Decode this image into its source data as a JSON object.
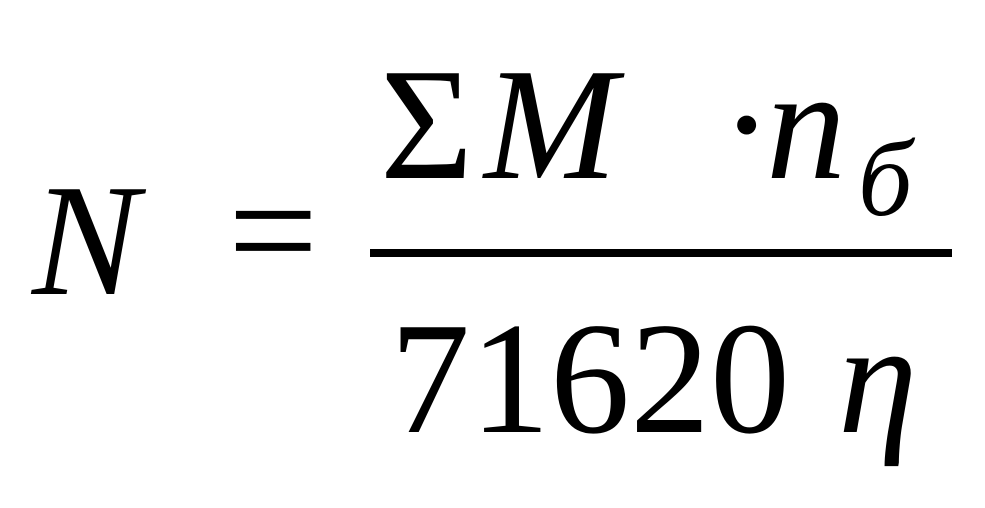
{
  "formula": {
    "lhs": {
      "variable": "N"
    },
    "operator": "=",
    "numerator": {
      "sum_symbol": "Σ",
      "moment": "M",
      "multiply": "·",
      "speed": "n",
      "speed_subscript": "б"
    },
    "denominator": {
      "constant": "71620",
      "efficiency": "η"
    }
  },
  "colors": {
    "text": "#000000",
    "background": "#ffffff"
  }
}
